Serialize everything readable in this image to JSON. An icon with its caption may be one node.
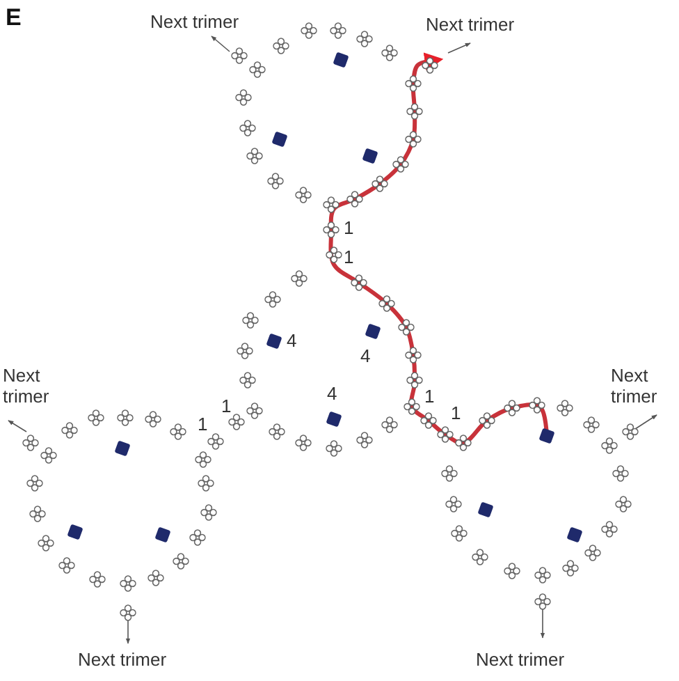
{
  "diagram": {
    "title": "E",
    "labels": [
      "Next trimer",
      "Next trimer",
      "1",
      "1",
      "4",
      "4",
      "Next trimer",
      "Next trimer",
      "1",
      "1",
      "4",
      "1",
      "1",
      "Next trimer",
      "Next trimer"
    ]
  }
}
